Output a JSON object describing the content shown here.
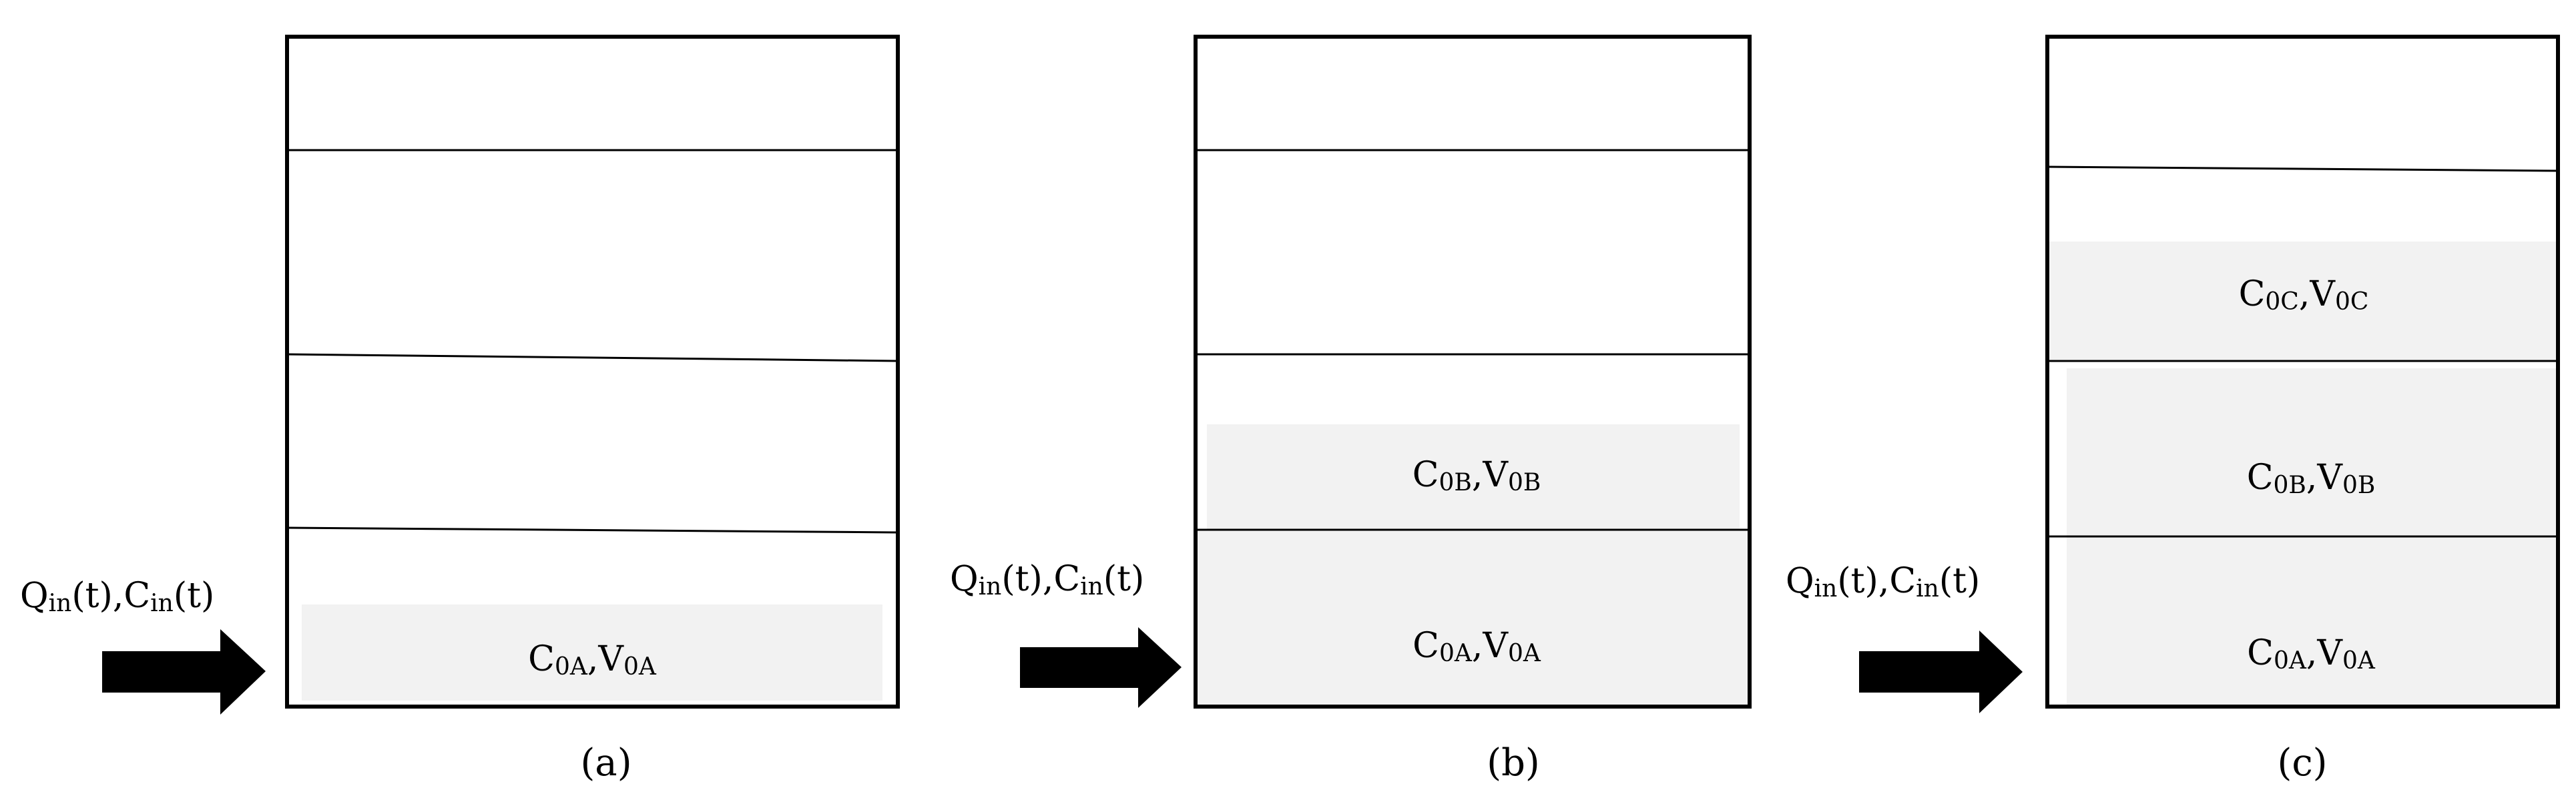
{
  "panels": [
    {
      "id": "a",
      "caption": "(a)",
      "inflow": {
        "q_main": "Q",
        "q_sub": "in",
        "q_arg": "(t),",
        "c_main": "C",
        "c_sub": "in",
        "c_arg": "(t)"
      },
      "layers": [
        {
          "c_main": "C",
          "c_sub": "0A",
          "sep": ",",
          "v_main": "V",
          "v_sub": "0A"
        }
      ]
    },
    {
      "id": "b",
      "caption": "(b)",
      "inflow": {
        "q_main": "Q",
        "q_sub": "in",
        "q_arg": "(t),",
        "c_main": "C",
        "c_sub": "in",
        "c_arg": "(t)"
      },
      "layers": [
        {
          "c_main": "C",
          "c_sub": "0A",
          "sep": ",",
          "v_main": "V",
          "v_sub": "0A"
        },
        {
          "c_main": "C",
          "c_sub": "0B",
          "sep": ",",
          "v_main": "V",
          "v_sub": "0B"
        }
      ]
    },
    {
      "id": "c",
      "caption": "(c)",
      "inflow": {
        "q_main": "Q",
        "q_sub": "in",
        "q_arg": "(t),",
        "c_main": "C",
        "c_sub": "in",
        "c_arg": "(t)"
      },
      "layers": [
        {
          "c_main": "C",
          "c_sub": "0A",
          "sep": ",",
          "v_main": "V",
          "v_sub": "0A"
        },
        {
          "c_main": "C",
          "c_sub": "0B",
          "sep": ",",
          "v_main": "V",
          "v_sub": "0B"
        },
        {
          "c_main": "C",
          "c_sub": "0C",
          "sep": ",",
          "v_main": "V",
          "v_sub": "0C"
        }
      ]
    }
  ]
}
